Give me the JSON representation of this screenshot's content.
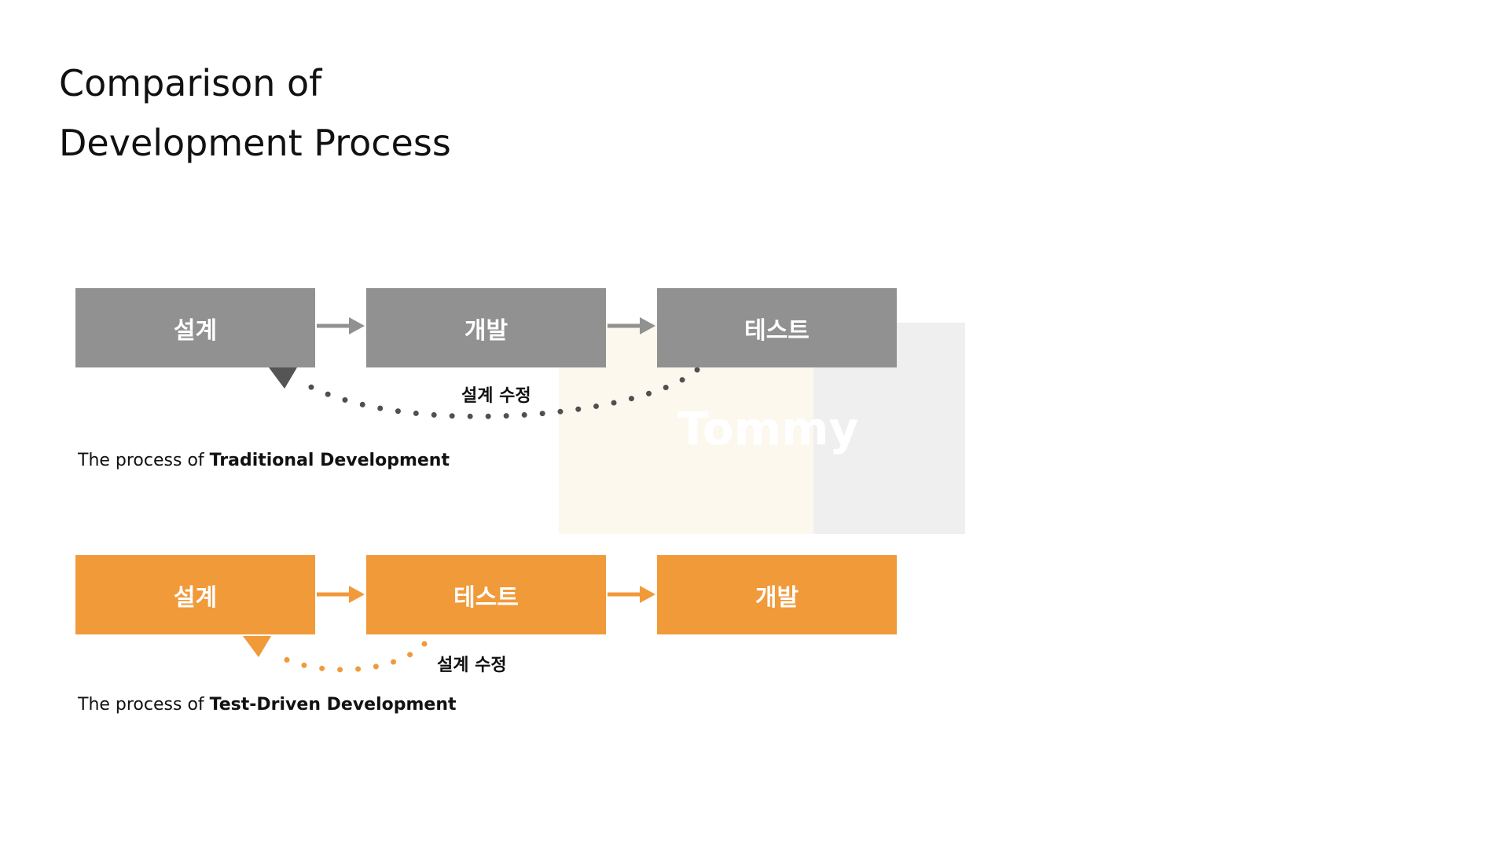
{
  "title": {
    "line1": "Comparison of",
    "line2": "Development Process"
  },
  "watermark": {
    "text": "Tommy"
  },
  "traditional": {
    "steps": [
      "설계",
      "개발",
      "테스트"
    ],
    "loop_label": "설계 수정",
    "caption_prefix": "The process of ",
    "caption_emphasis": "Traditional Development",
    "color": "#919191"
  },
  "tdd": {
    "steps": [
      "설계",
      "테스트",
      "개발"
    ],
    "loop_label": "설계 수정",
    "caption_prefix": "The process of ",
    "caption_emphasis": "Test-Driven Development",
    "color": "#f09a3a"
  }
}
